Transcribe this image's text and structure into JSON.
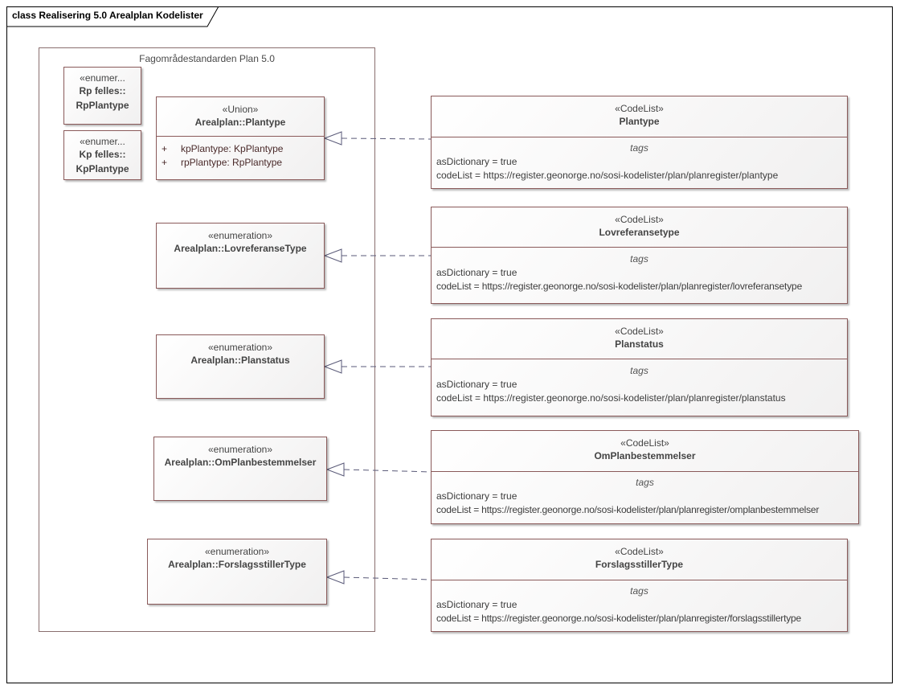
{
  "diagram": {
    "title": "class Realisering 5.0 Arealplan Kodelister",
    "package_name": "Fagområdestandarden Plan 5.0"
  },
  "enum_small": [
    {
      "stereotype": "«enumer...",
      "line1": "Rp felles::",
      "line2": "RpPlantype"
    },
    {
      "stereotype": "«enumer...",
      "line1": "Kp felles::",
      "line2": "KpPlantype"
    }
  ],
  "union": {
    "stereotype": "«Union»",
    "name": "Arealplan::Plantype",
    "attributes": [
      {
        "visibility": "+",
        "text": "kpPlantype: KpPlantype"
      },
      {
        "visibility": "+",
        "text": "rpPlantype: RpPlantype"
      }
    ]
  },
  "enumerations": [
    {
      "stereotype": "«enumeration»",
      "name": "Arealplan::LovreferanseType"
    },
    {
      "stereotype": "«enumeration»",
      "name": "Arealplan::Planstatus"
    },
    {
      "stereotype": "«enumeration»",
      "name": "Arealplan::OmPlanbestemmelser"
    },
    {
      "stereotype": "«enumeration»",
      "name": "Arealplan::ForslagsstillerType"
    }
  ],
  "codelists": [
    {
      "stereotype": "«CodeList»",
      "name": "Plantype",
      "tags_header": "tags",
      "tag1": "asDictionary = true",
      "tag2": "codeList = https://register.geonorge.no/sosi-kodelister/plan/planregister/plantype"
    },
    {
      "stereotype": "«CodeList»",
      "name": "Lovreferansetype",
      "tags_header": "tags",
      "tag1": "asDictionary = true",
      "tag2": "codeList = https://register.geonorge.no/sosi-kodelister/plan/planregister/lovreferansetype"
    },
    {
      "stereotype": "«CodeList»",
      "name": "Planstatus",
      "tags_header": "tags",
      "tag1": "asDictionary = true",
      "tag2": "codeList = https://register.geonorge.no/sosi-kodelister/plan/planregister/planstatus"
    },
    {
      "stereotype": "«CodeList»",
      "name": "OmPlanbestemmelser",
      "tags_header": "tags",
      "tag1": "asDictionary = true",
      "tag2": "codeList = https://register.geonorge.no/sosi-kodelister/plan/planregister/omplanbestemmelser"
    },
    {
      "stereotype": "«CodeList»",
      "name": "ForslagsstillerType",
      "tags_header": "tags",
      "tag1": "asDictionary = true",
      "tag2": "codeList = https://register.geonorge.no/sosi-kodelister/plan/planregister/forslagsstillertype"
    }
  ]
}
